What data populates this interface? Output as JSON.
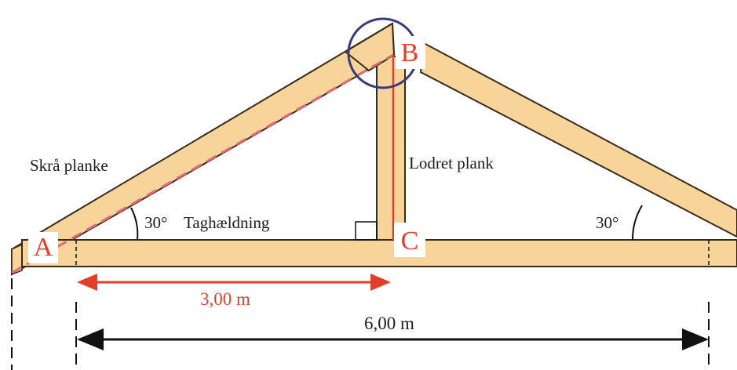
{
  "points": {
    "a": "A",
    "b": "B",
    "c": "C"
  },
  "labels": {
    "slanted_plank": "Skrå planke",
    "vertical_plank": "Lodret plank",
    "angle_left": "30°",
    "roof_pitch": "Taghældning",
    "angle_right": "30°"
  },
  "dimensions": {
    "half_span": "3,00 m",
    "full_span": "6,00 m"
  },
  "colors": {
    "wood": "#f6d49a",
    "wood_outline": "#3a2a1a",
    "accent_red": "#e0402a",
    "highlight": "#e26a78",
    "circle": "#3a3a7a",
    "ink": "#111111"
  }
}
